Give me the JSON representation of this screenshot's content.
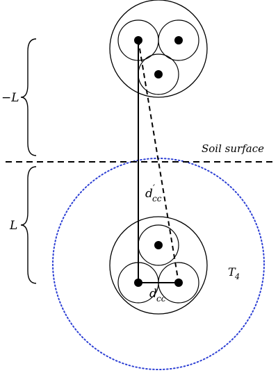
{
  "labels": {
    "soil_surface": "Soil surface",
    "upper_span": "−L",
    "lower_span": "L",
    "thermal_zone_main": "T",
    "thermal_zone_sub": "4",
    "dcc_prime_main": "d",
    "dcc_prime_sup": "′",
    "dcc_prime_sub": "cc",
    "dcc_main": "d",
    "dcc_sub": "cc"
  },
  "colors": {
    "ink": "#000000",
    "thermal_boundary": "#2c3fd4"
  },
  "elements": {
    "upper_cable_group": "three-core cable (image)",
    "lower_cable_group": "three-core cable (real)",
    "soil_line_style": "dashed",
    "thermal_circle_style": "dotted"
  }
}
